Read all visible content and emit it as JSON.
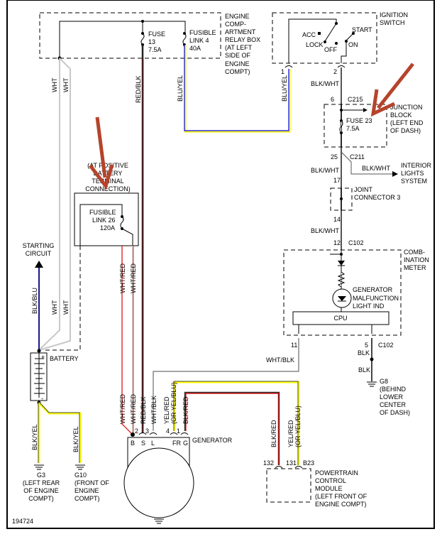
{
  "diagram_id": "194724",
  "relay_box": {
    "lines": [
      "ENGINE",
      "COMP-",
      "ARTMENT",
      "RELAY BOX",
      "(AT LEFT",
      "SIDE OF",
      "ENGINE",
      "COMPT)"
    ]
  },
  "fuse13": {
    "lines": [
      "FUSE",
      "13",
      "7.5A"
    ]
  },
  "fusible_link4": {
    "lines": [
      "FUSIBLE",
      "LINK 4",
      "40A"
    ]
  },
  "ignition_switch": {
    "lines": [
      "IGNITION",
      "SWITCH"
    ],
    "positions": [
      "ACC",
      "LOCK",
      "OFF",
      "START",
      "ON"
    ],
    "pins": [
      "1",
      "2"
    ]
  },
  "junction_block": {
    "lines": [
      "JUNCTION",
      "BLOCK",
      "(LEFT END",
      "OF DASH)"
    ],
    "fuse": [
      "FUSE 23",
      "7.5A"
    ]
  },
  "connectors": {
    "c215": "C215",
    "c215_pin": "6",
    "c211": "C211",
    "c211_pin": "25",
    "jc_in": "17",
    "jc_out": "14",
    "c102": "C102",
    "c102_in": "12",
    "c102_out1": "11",
    "c102_out2": "5",
    "c102_b": "C102",
    "b23": "B23",
    "pcm_pin1": "132",
    "pcm_pin2": "131"
  },
  "interior_lights": {
    "lines": [
      "INTERIOR",
      "LIGHTS",
      "SYSTEM"
    ]
  },
  "joint_connector": {
    "lines": [
      "JOINT",
      "CONNECTOR 3"
    ]
  },
  "combination_meter": {
    "lines": [
      "COMB-",
      "INATION",
      "METER"
    ],
    "lamp": [
      "GENERATOR",
      "MALFUNCTION",
      "LIGHT IND"
    ],
    "cpu": "CPU"
  },
  "g8": {
    "lines": [
      "G8",
      "(BEHIND",
      "LOWER",
      "CENTER",
      "OF DASH)"
    ]
  },
  "pcm": {
    "lines": [
      "POWERTRAIN",
      "CONTROL",
      "MODULE",
      "(LEFT FRONT OF",
      "ENGINE COMPT)"
    ]
  },
  "fusible_link26": {
    "lines": [
      "FUSIBLE",
      "LINK 26",
      "120A"
    ],
    "location": [
      "(AT POSITIVE",
      "BATTERY",
      "TERMINAL",
      "CONNECTION)"
    ]
  },
  "starting_circuit": [
    "STARTING",
    "CIRCUIT"
  ],
  "battery": "BATTERY",
  "g3": [
    "G3",
    "(LEFT REAR",
    "OF ENGINE",
    "COMPT)"
  ],
  "g10": [
    "G10",
    "(FRONT OF",
    "ENGINE",
    "COMPT)"
  ],
  "generator": {
    "label": "GENERATOR",
    "terminals": [
      "B",
      "S",
      "L",
      "FR",
      "G"
    ],
    "pins": [
      "2",
      "3",
      "4",
      "1"
    ]
  },
  "wires": {
    "wht": "WHT",
    "red_blk": "RED/BLK",
    "blu_yel": "BLU/YEL",
    "blk_wht": "BLK/WHT",
    "wht_red": "WHT/RED",
    "blk_blu": "BLK/BLU",
    "blk_yel": "BLK/YEL",
    "wht_blk": "WHT/BLK",
    "yel_red": "YEL/RED",
    "yel_red_alt": "(OR YEL/BLU)",
    "blk_red": "BLK/RED",
    "blk": "BLK"
  },
  "colors": {
    "red": "#e00000",
    "blue": "#0000ff",
    "yellow": "#ffff00",
    "gray": "#c8c8c8",
    "annotation_arrow": "#b5442c"
  }
}
